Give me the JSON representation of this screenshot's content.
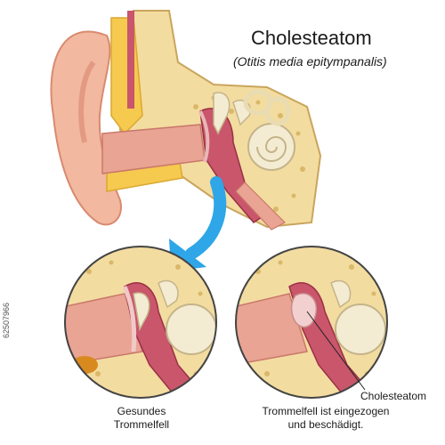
{
  "title": "Cholesteatom",
  "subtitle": "(Otitis media epitympanalis)",
  "captions": {
    "left_line1": "Gesundes",
    "left_line2": "Trommelfell",
    "right_label": "Cholesteatom",
    "right_line1": "Trommelfell ist eingezogen",
    "right_line2": "und beschädigt."
  },
  "image_id": "62507966",
  "colors": {
    "skin": "#f2b8a0",
    "skin_dark": "#e39a82",
    "bone": "#f3dca0",
    "bone_dark": "#d9b86a",
    "canal": "#e9a493",
    "middle_ear": "#c9566b",
    "arrow": "#2ea6e8",
    "fat": "#f6c94f",
    "ossicle": "#f4ecd2"
  }
}
